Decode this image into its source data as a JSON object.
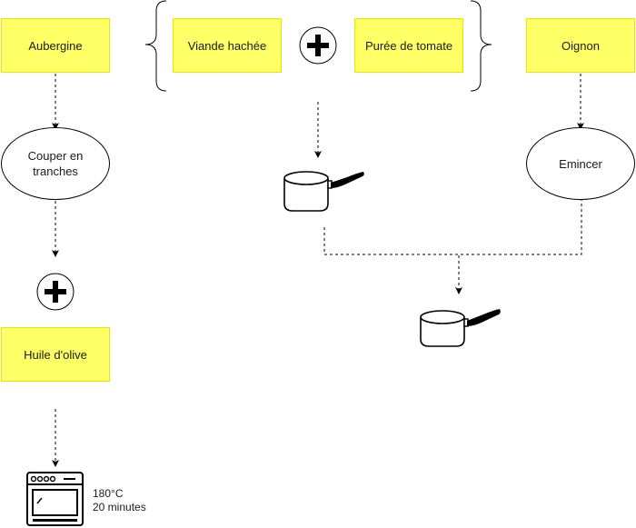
{
  "ingredients": {
    "aubergine": "Aubergine",
    "viande": "Viande hachée",
    "puree": "Purée de tomate",
    "oignon": "Oignon",
    "huile": "Huile d'olive"
  },
  "steps": {
    "couper_line1": "Couper en",
    "couper_line2": "tranches",
    "emincer": "Emincer"
  },
  "oven": {
    "temperature": "180°C",
    "duration": "20 minutes"
  },
  "icons": [
    "plus-icon",
    "saucepan-icon",
    "oven-icon"
  ],
  "colors": {
    "ingredient_fill": "#ffff66",
    "ingredient_border": "#e6e600",
    "connector": "#000000"
  }
}
